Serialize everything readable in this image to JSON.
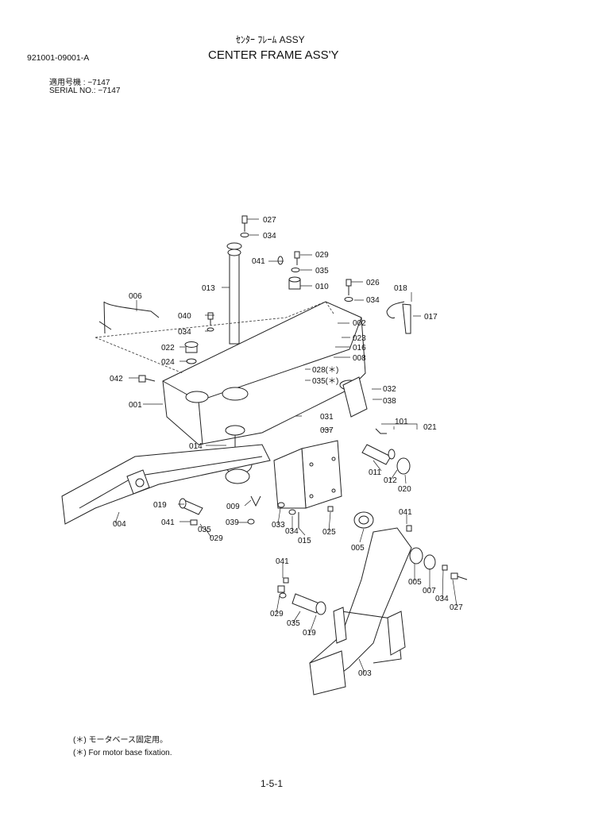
{
  "header": {
    "title_jp": "ｾﾝﾀｰ ﾌﾚｰﾑ ASSY",
    "title_en": "CENTER FRAME ASS'Y",
    "doc_number": "921001-09001-A",
    "serial_jp": "適用号機 : −7147",
    "serial_en": "SERIAL NO.: −7147"
  },
  "callouts": [
    "027",
    "034",
    "029",
    "041",
    "035",
    "010",
    "013",
    "026",
    "018",
    "034",
    "017",
    "006",
    "040",
    "034",
    "002",
    "023",
    "016",
    "022",
    "008",
    "024",
    "028(＊)",
    "035(＊)",
    "032",
    "042",
    "038",
    "001",
    "031",
    "101",
    "021",
    "037",
    "014",
    "011",
    "012",
    "020",
    "019",
    "009",
    "041",
    "035",
    "039",
    "033",
    "034",
    "025",
    "015",
    "029",
    "004",
    "005",
    "041",
    "041",
    "005",
    "007",
    "034",
    "027",
    "029",
    "035",
    "019",
    "003"
  ],
  "notes": [
    "(＊)  モータベース固定用。",
    "(＊)  For motor base fixation."
  ],
  "footer": {
    "page": "1-5-1"
  }
}
